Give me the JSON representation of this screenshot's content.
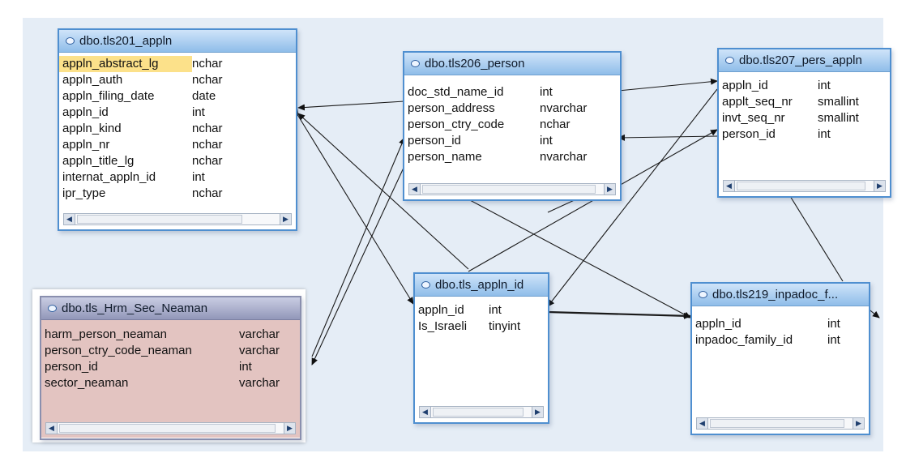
{
  "tables": {
    "appln": {
      "title": "dbo.tls201_appln",
      "columns": [
        {
          "name": "appln_abstract_lg",
          "type": "nchar",
          "selected": true
        },
        {
          "name": "appln_auth",
          "type": "nchar"
        },
        {
          "name": "appln_filing_date",
          "type": "date"
        },
        {
          "name": "appln_id",
          "type": "int"
        },
        {
          "name": "appln_kind",
          "type": "nchar"
        },
        {
          "name": "appln_nr",
          "type": "nchar"
        },
        {
          "name": "appln_title_lg",
          "type": "nchar"
        },
        {
          "name": "internat_appln_id",
          "type": "int"
        },
        {
          "name": "ipr_type",
          "type": "nchar"
        }
      ]
    },
    "person": {
      "title": "dbo.tls206_person",
      "columns": [
        {
          "name": "doc_std_name_id",
          "type": "int"
        },
        {
          "name": "person_address",
          "type": "nvarchar"
        },
        {
          "name": "person_ctry_code",
          "type": "nchar"
        },
        {
          "name": "person_id",
          "type": "int"
        },
        {
          "name": "person_name",
          "type": "nvarchar"
        }
      ]
    },
    "pers_appln": {
      "title": "dbo.tls207_pers_appln",
      "columns": [
        {
          "name": "appln_id",
          "type": "int"
        },
        {
          "name": "applt_seq_nr",
          "type": "smallint"
        },
        {
          "name": "invt_seq_nr",
          "type": "smallint"
        },
        {
          "name": "person_id",
          "type": "int"
        }
      ]
    },
    "hrm": {
      "title": "dbo.tls_Hrm_Sec_Neaman",
      "columns": [
        {
          "name": "harm_person_neaman",
          "type": "varchar"
        },
        {
          "name": "person_ctry_code_neaman",
          "type": "varchar"
        },
        {
          "name": "person_id",
          "type": "int"
        },
        {
          "name": "sector_neaman",
          "type": "varchar"
        }
      ]
    },
    "appln_id": {
      "title": "dbo.tls_appln_id",
      "columns": [
        {
          "name": "appln_id",
          "type": "int"
        },
        {
          "name": "Is_Israeli",
          "type": "tinyint"
        }
      ]
    },
    "inpadoc": {
      "title": "dbo.tls219_inpadoc_f...",
      "columns": [
        {
          "name": "appln_id",
          "type": "int"
        },
        {
          "name": "inpadoc_family_id",
          "type": "int"
        }
      ]
    }
  },
  "colors": {
    "header_blue": "#8fbde9",
    "border_blue": "#4f8fd0",
    "canvas": "#e5edf6",
    "pink_body": "#e3c4c1",
    "selected_cell": "#fce18a"
  },
  "icons": {
    "scroll_left": "◀",
    "scroll_right": "▶"
  }
}
